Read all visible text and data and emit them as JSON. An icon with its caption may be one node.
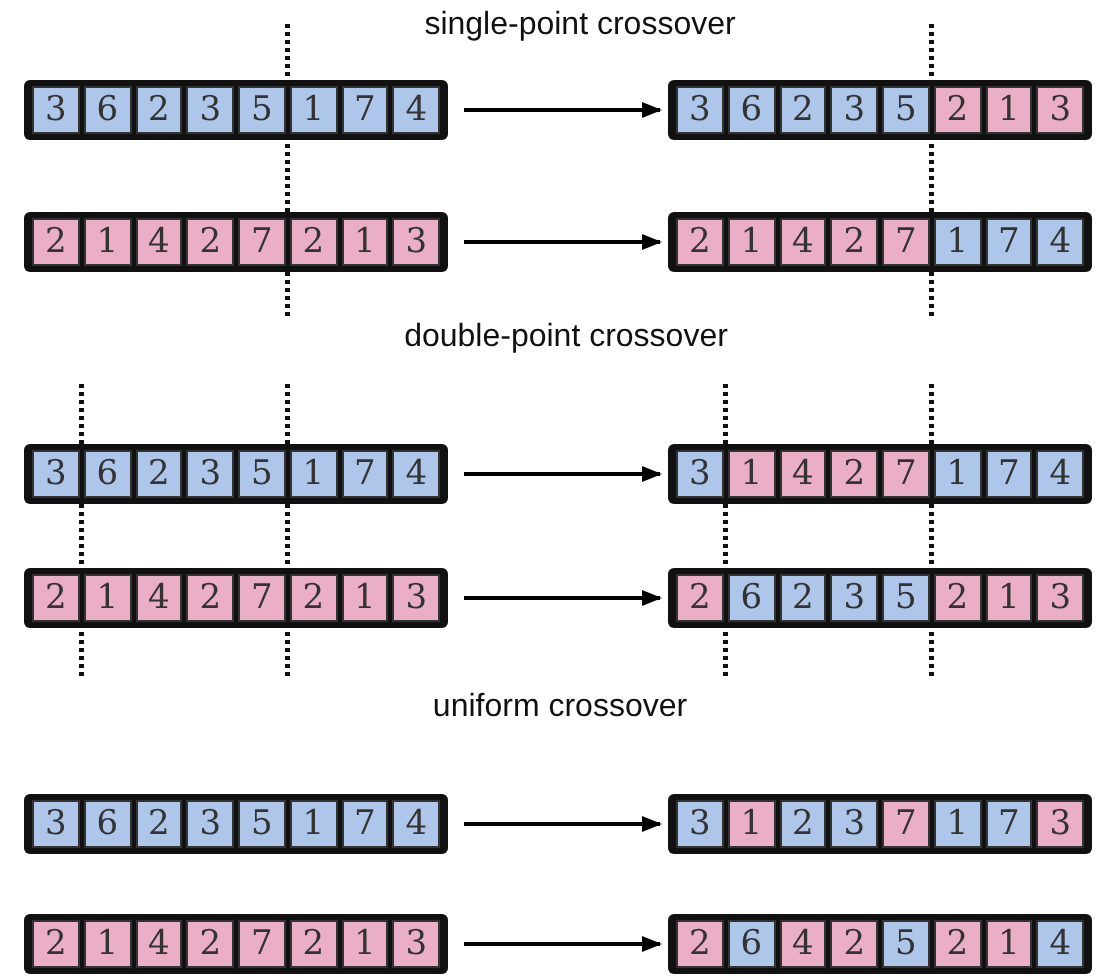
{
  "diagram": {
    "nodes": [
      {
        "text": [],
        "shape": "bar"
      },
      {
        "text": [
          "3"
        ],
        "in": 0
      },
      {
        "text": [
          "6"
        ],
        "in": 0
      },
      {
        "text": [
          "2"
        ],
        "in": 0
      },
      {
        "text": [
          "3"
        ],
        "in": 0
      },
      {
        "text": [
          "5"
        ],
        "in": 0
      },
      {
        "text": [
          "1"
        ],
        "in": 0
      },
      {
        "text": [
          "7"
        ],
        "in": 0
      },
      {
        "text": [
          "4"
        ],
        "in": 0
      },
      {
        "text": [],
        "shape": "bar"
      },
      {
        "text": [
          "3"
        ],
        "in": 9
      },
      {
        "text": [
          "6"
        ],
        "in": 9
      },
      {
        "text": [
          "2"
        ],
        "in": 9
      },
      {
        "text": [
          "3"
        ],
        "in": 9
      },
      {
        "text": [
          "5"
        ],
        "in": 9
      },
      {
        "text": [
          "2"
        ],
        "in": 9
      },
      {
        "text": [
          "1"
        ],
        "in": 9
      },
      {
        "text": [
          "3"
        ],
        "in": 9
      },
      {
        "text": [],
        "shape": "bar"
      },
      {
        "text": [
          "2"
        ],
        "in": 18
      },
      {
        "text": [
          "1"
        ],
        "in": 18
      },
      {
        "text": [
          "4"
        ],
        "in": 18
      },
      {
        "text": [
          "2"
        ],
        "in": 18
      },
      {
        "text": [
          "7"
        ],
        "in": 18
      },
      {
        "text": [
          "2"
        ],
        "in": 18
      },
      {
        "text": [
          "1"
        ],
        "in": 18
      },
      {
        "text": [
          "3"
        ],
        "in": 18
      },
      {
        "text": [],
        "shape": "bar"
      },
      {
        "text": [
          "2"
        ],
        "in": 27
      },
      {
        "text": [
          "1"
        ],
        "in": 27
      },
      {
        "text": [
          "4"
        ],
        "in": 27
      },
      {
        "text": [
          "2"
        ],
        "in": 27
      },
      {
        "text": [
          "7"
        ],
        "in": 27
      },
      {
        "text": [
          "1"
        ],
        "in": 27
      },
      {
        "text": [
          "7"
        ],
        "in": 27
      },
      {
        "text": [
          "4"
        ],
        "in": 27
      },
      {
        "text": [],
        "shape": "bar"
      },
      {
        "text": [
          "3"
        ],
        "in": 36
      },
      {
        "text": [
          "6"
        ],
        "in": 36
      },
      {
        "text": [
          "2"
        ],
        "in": 36
      },
      {
        "text": [
          "3"
        ],
        "in": 36
      },
      {
        "text": [
          "5"
        ],
        "in": 36
      },
      {
        "text": [
          "1"
        ],
        "in": 36
      },
      {
        "text": [
          "7"
        ],
        "in": 36
      },
      {
        "text": [
          "4"
        ],
        "in": 36
      },
      {
        "text": [],
        "shape": "bar"
      },
      {
        "text": [
          "3"
        ],
        "in": 45
      },
      {
        "text": [
          "1"
        ],
        "in": 45
      },
      {
        "text": [
          "4"
        ],
        "in": 45
      },
      {
        "text": [
          "2"
        ],
        "in": 45
      },
      {
        "text": [
          "7"
        ],
        "in": 45
      },
      {
        "text": [
          "1"
        ],
        "in": 45
      },
      {
        "text": [
          "7"
        ],
        "in": 45
      },
      {
        "text": [
          "4"
        ],
        "in": 45
      },
      {
        "text": [],
        "shape": "bar"
      },
      {
        "text": [
          "2"
        ],
        "in": 54
      },
      {
        "text": [
          "1"
        ],
        "in": 54
      },
      {
        "text": [
          "4"
        ],
        "in": 54
      },
      {
        "text": [
          "2"
        ],
        "in": 54
      },
      {
        "text": [
          "7"
        ],
        "in": 54
      },
      {
        "text": [
          "2"
        ],
        "in": 54
      },
      {
        "text": [
          "1"
        ],
        "in": 54
      },
      {
        "text": [
          "3"
        ],
        "in": 54
      },
      {
        "text": [],
        "shape": "bar"
      },
      {
        "text": [
          "2"
        ],
        "in": 63
      },
      {
        "text": [
          "6"
        ],
        "in": 63
      },
      {
        "text": [
          "2"
        ],
        "in": 63
      },
      {
        "text": [
          "3"
        ],
        "in": 63
      },
      {
        "text": [
          "5"
        ],
        "in": 63
      },
      {
        "text": [
          "2"
        ],
        "in": 63
      },
      {
        "text": [
          "1"
        ],
        "in": 63
      },
      {
        "text": [
          "3"
        ],
        "in": 63
      },
      {
        "text": [],
        "shape": "bar"
      },
      {
        "text": [
          "3"
        ],
        "in": 72
      },
      {
        "text": [
          "6"
        ],
        "in": 72
      },
      {
        "text": [
          "2"
        ],
        "in": 72
      },
      {
        "text": [
          "3"
        ],
        "in": 72
      },
      {
        "text": [
          "5"
        ],
        "in": 72
      },
      {
        "text": [
          "1"
        ],
        "in": 72
      },
      {
        "text": [
          "7"
        ],
        "in": 72
      },
      {
        "text": [
          "4"
        ],
        "in": 72
      },
      {
        "text": [],
        "shape": "bar"
      },
      {
        "text": [
          "3"
        ],
        "in": 81
      },
      {
        "text": [
          "1"
        ],
        "in": 81
      },
      {
        "text": [
          "2"
        ],
        "in": 81
      },
      {
        "text": [
          "3"
        ],
        "in": 81
      },
      {
        "text": [
          "7"
        ],
        "in": 81
      },
      {
        "text": [
          "1"
        ],
        "in": 81
      },
      {
        "text": [
          "7"
        ],
        "in": 81
      },
      {
        "text": [
          "3"
        ],
        "in": 81
      },
      {
        "text": [],
        "shape": "bar"
      },
      {
        "text": [
          "2"
        ],
        "in": 90
      },
      {
        "text": [
          "1"
        ],
        "in": 90
      },
      {
        "text": [
          "4"
        ],
        "in": 90
      },
      {
        "text": [
          "2"
        ],
        "in": 90
      },
      {
        "text": [
          "7"
        ],
        "in": 90
      },
      {
        "text": [
          "2"
        ],
        "in": 90
      },
      {
        "text": [
          "1"
        ],
        "in": 90
      },
      {
        "text": [
          "3"
        ],
        "in": 90
      },
      {
        "text": [],
        "shape": "bar"
      },
      {
        "text": [
          "2"
        ],
        "in": 99
      },
      {
        "text": [
          "6"
        ],
        "in": 99
      },
      {
        "text": [
          "4"
        ],
        "in": 99
      },
      {
        "text": [
          "2"
        ],
        "in": 99
      },
      {
        "text": [
          "5"
        ],
        "in": 99
      },
      {
        "text": [
          "2"
        ],
        "in": 99
      },
      {
        "text": [
          "1"
        ],
        "in": 99
      },
      {
        "text": [
          "4"
        ],
        "in": 99
      }
    ],
    "edges": [
      {
        "from": 0,
        "to": 9,
        "arrow": "to"
      },
      {
        "from": 18,
        "to": 27,
        "arrow": "to"
      },
      {
        "from": 36,
        "to": 45,
        "arrow": "to"
      },
      {
        "from": 54,
        "to": 63,
        "arrow": "to"
      },
      {
        "from": 72,
        "to": 81,
        "arrow": "to"
      },
      {
        "from": 90,
        "to": 99,
        "arrow": "to"
      }
    ],
    "labels": [
      "single-point crossover",
      "double-point crossover",
      "uniform crossover"
    ]
  }
}
